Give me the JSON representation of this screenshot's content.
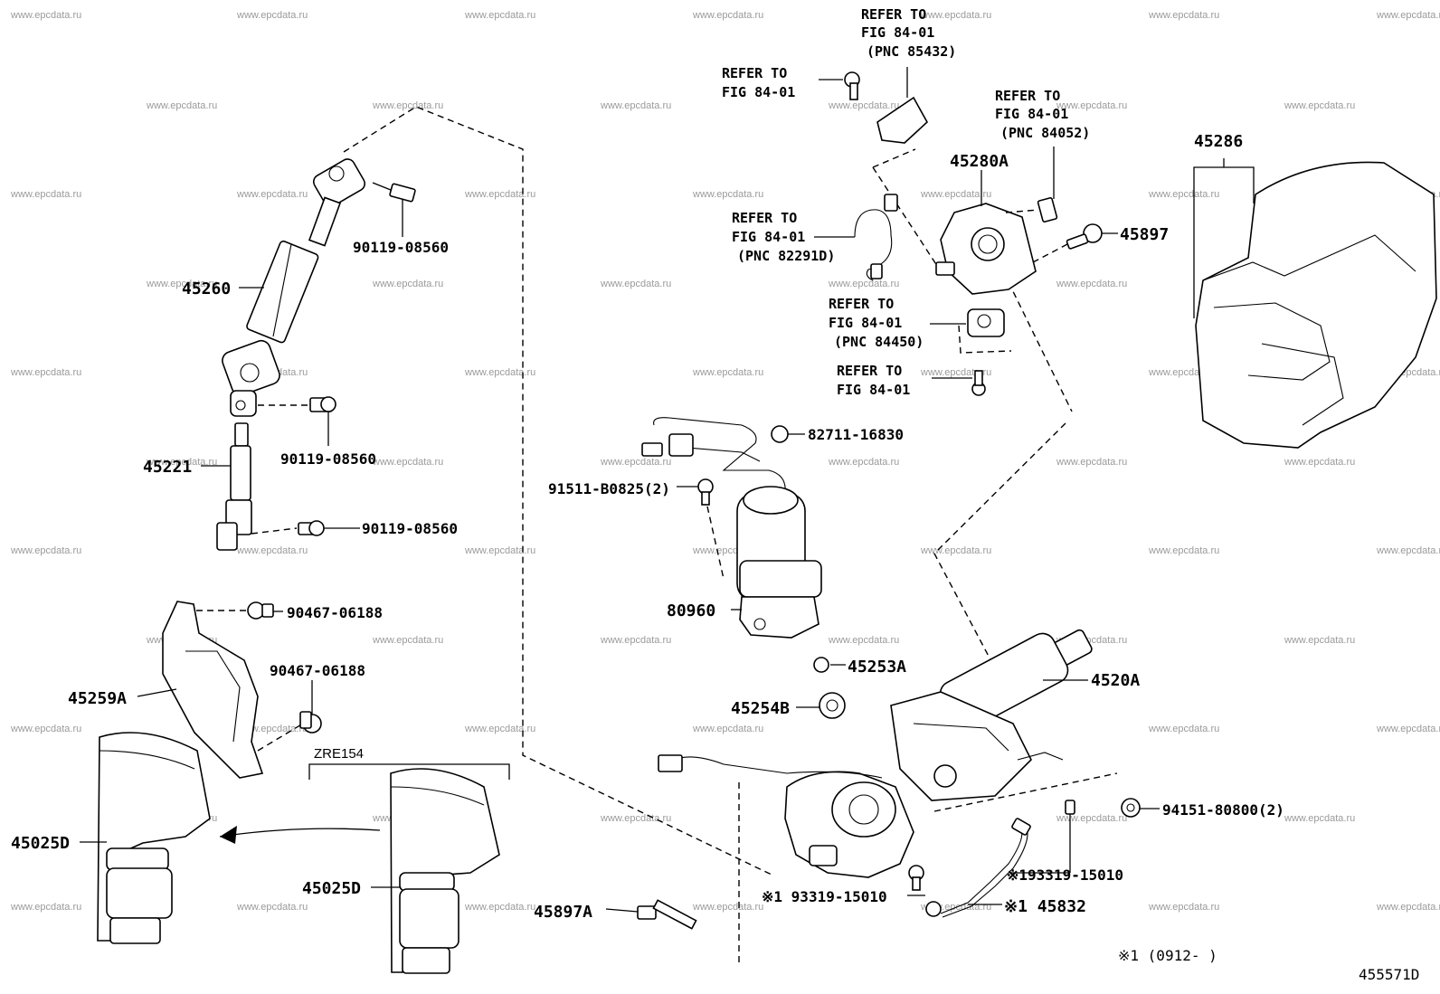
{
  "watermark": "www.epcdata.ru",
  "callouts": {
    "c45260": "45260",
    "c9011908560_a": "90119-08560",
    "c9011908560_b": "90119-08560",
    "c9011908560_c": "90119-08560",
    "c45221": "45221",
    "c9046706188_a": "90467-06188",
    "c9046706188_b": "90467-06188",
    "c45259A": "45259A",
    "c45025D_a": "45025D",
    "c45025D_b": "45025D",
    "zre154": "ZRE154",
    "c45897A": "45897A",
    "c45286": "45286",
    "c45280A": "45280A",
    "c45897": "45897",
    "c8271116830": "82711-16830",
    "c91511B0825": "91511-B0825(2)",
    "c80960": "80960",
    "c45253A": "45253A",
    "c45254B": "45254B",
    "c4520A": "4520A",
    "c9415180800": "94151-80800(2)",
    "c19331915010_a": "※193319-15010",
    "c19331915010_b": "※1 93319-15010",
    "c45832": "※1 45832",
    "footnote": "※1 (0912-      )",
    "illustration_no": "455571D"
  },
  "refer": {
    "r1": [
      "REFER TO",
      "FIG 84-01",
      "(PNC 85432)"
    ],
    "r2": [
      "REFER TO",
      "FIG 84-01"
    ],
    "r3": [
      "REFER TO",
      "FIG 84-01",
      "(PNC 84052)"
    ],
    "r4": [
      "REFER TO",
      "FIG 84-01",
      "(PNC 82291D)"
    ],
    "r5": [
      "REFER TO",
      "FIG 84-01",
      "(PNC 84450)"
    ],
    "r6": [
      "REFER TO",
      "FIG 84-01"
    ]
  }
}
